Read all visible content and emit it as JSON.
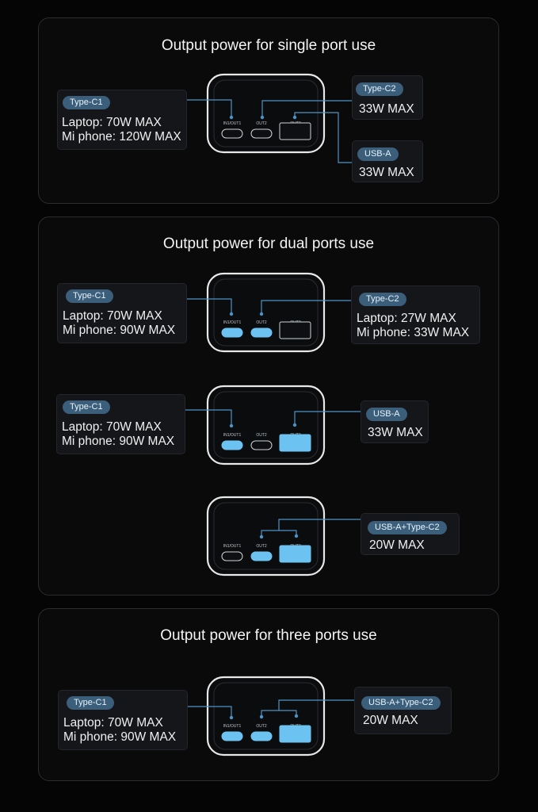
{
  "panels": [
    {
      "title": "Output power for single port use",
      "diagrams": [
        {
          "left_card": {
            "badge": "Type-C1",
            "lines": [
              "Laptop: 70W MAX",
              "Mi phone: 120W MAX"
            ]
          },
          "ports": {
            "c1": "IN1/OUT1",
            "c2": "OUT2",
            "a": "OUT3"
          },
          "right_cards": [
            {
              "badge": "Type-C2",
              "lines": [
                "33W MAX"
              ]
            },
            {
              "badge": "USB-A",
              "lines": [
                "33W MAX"
              ]
            }
          ]
        }
      ]
    },
    {
      "title": "Output power for dual ports use",
      "diagrams": [
        {
          "left_card": {
            "badge": "Type-C1",
            "lines": [
              "Laptop: 70W MAX",
              "Mi phone: 90W MAX"
            ]
          },
          "ports": {
            "c1": "IN1/OUT1",
            "c2": "OUT2",
            "a": "OUT3"
          },
          "right_cards": [
            {
              "badge": "Type-C2",
              "lines": [
                "Laptop: 27W MAX",
                "Mi phone: 33W MAX"
              ]
            }
          ]
        },
        {
          "left_card": {
            "badge": "Type-C1",
            "lines": [
              "Laptop: 70W MAX",
              "Mi phone: 90W MAX"
            ]
          },
          "ports": {
            "c1": "IN1/OUT1",
            "c2": "OUT2",
            "a": "OUT3"
          },
          "right_cards": [
            {
              "badge": "USB-A",
              "lines": [
                "33W MAX"
              ]
            }
          ]
        },
        {
          "ports": {
            "c1": "IN1/OUT1",
            "c2": "OUT2",
            "a": "OUT3"
          },
          "right_cards": [
            {
              "badge": "USB-A+Type-C2",
              "lines": [
                "20W MAX"
              ]
            }
          ]
        }
      ]
    },
    {
      "title": "Output power for three ports use",
      "diagrams": [
        {
          "left_card": {
            "badge": "Type-C1",
            "lines": [
              "Laptop: 70W MAX",
              "Mi phone: 90W MAX"
            ]
          },
          "ports": {
            "c1": "IN1/OUT1",
            "c2": "OUT2",
            "a": "OUT3"
          },
          "right_cards": [
            {
              "badge": "USB-A+Type-C2",
              "lines": [
                "20W MAX"
              ]
            }
          ]
        }
      ]
    }
  ],
  "colors": {
    "active": "#6cc3f2",
    "inactive": "#0d0f12",
    "line": "#4f93c4",
    "badge": "#3b5e7a"
  }
}
